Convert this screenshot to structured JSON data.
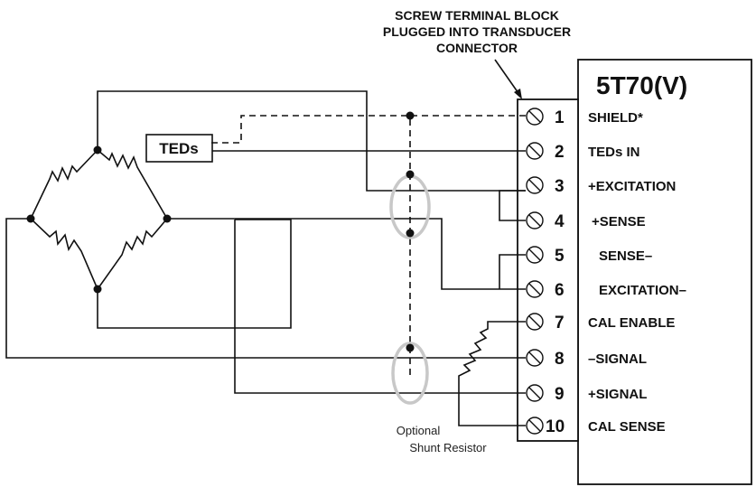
{
  "header": {
    "line1": "SCREW TERMINAL BLOCK",
    "line2": "PLUGGED INTO TRANSDUCER",
    "line3": "CONNECTOR"
  },
  "device": {
    "title": "5T70(V)"
  },
  "teds_box": {
    "label": "TEDs"
  },
  "shunt": {
    "line1": "Optional",
    "line2": "Shunt Resistor"
  },
  "terminals": [
    {
      "number": "1",
      "label": "SHIELD*"
    },
    {
      "number": "2",
      "label": "TEDs IN"
    },
    {
      "number": "3",
      "label": "+EXCITATION"
    },
    {
      "number": "4",
      "label": "+SENSE"
    },
    {
      "number": "5",
      "label": "SENSE–"
    },
    {
      "number": "6",
      "label": "EXCITATION–"
    },
    {
      "number": "7",
      "label": "CAL ENABLE"
    },
    {
      "number": "8",
      "label": "–SIGNAL"
    },
    {
      "number": "9",
      "label": "+SIGNAL"
    },
    {
      "number": "10",
      "label": "CAL SENSE"
    }
  ],
  "colors": {
    "ink": "#111111",
    "cable_ring": "#c8c8c8"
  }
}
